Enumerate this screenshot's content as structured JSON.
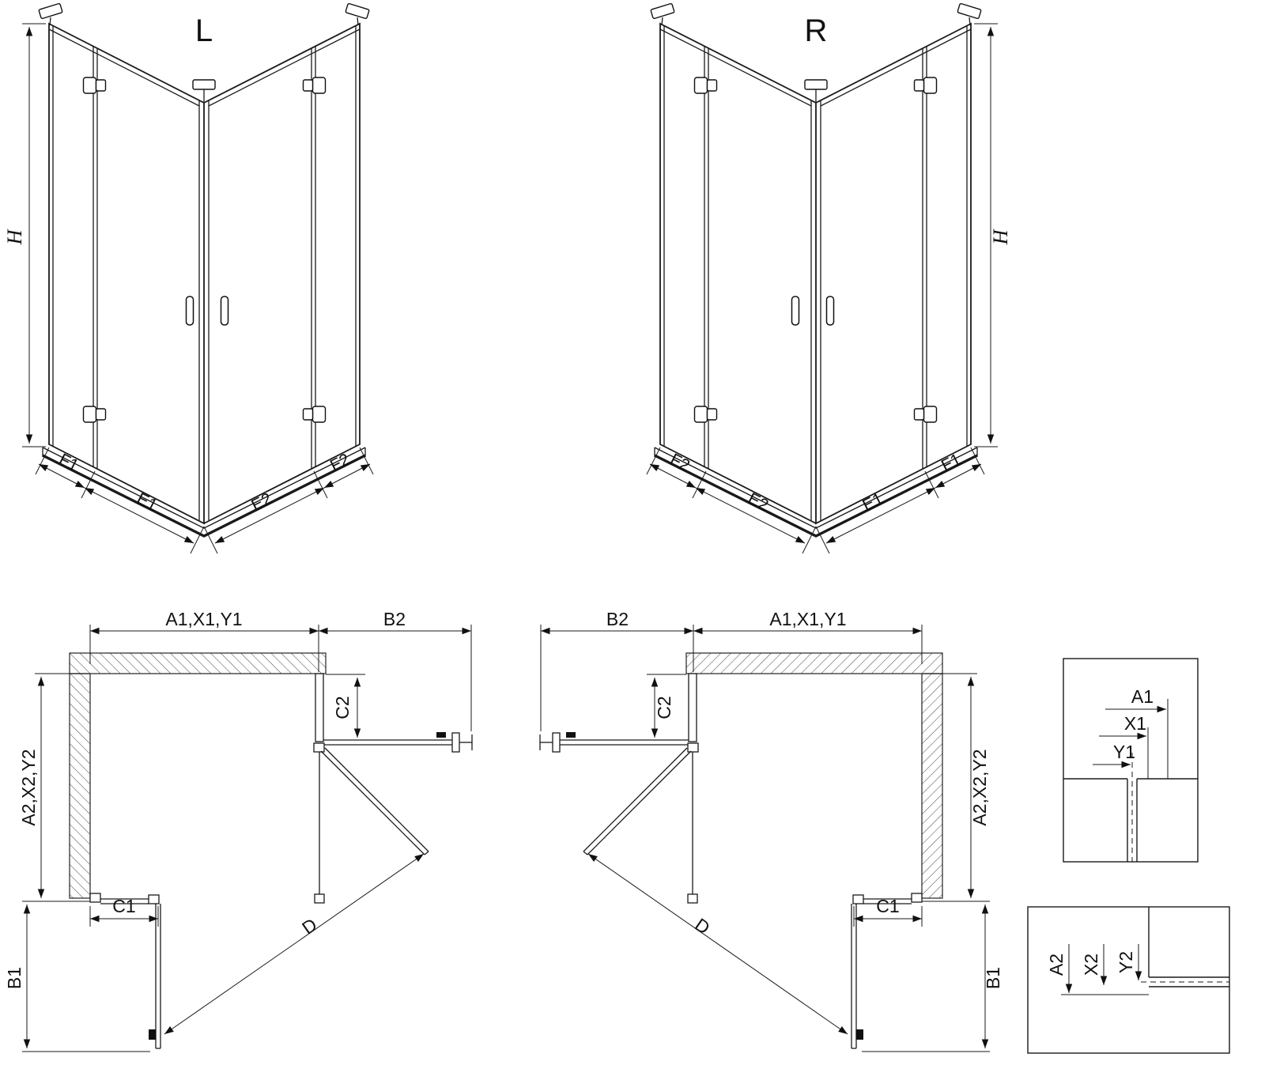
{
  "figure": {
    "view_L": {
      "title": "L",
      "h": "H",
      "f1": "F1",
      "e1": "E1",
      "e2": "E2",
      "f2": "F2"
    },
    "view_R": {
      "title": "R",
      "h": "H",
      "f1": "F1",
      "e1": "E1",
      "e2": "E2",
      "f2": "F2"
    },
    "plan_L": {
      "a1": "A1,X1,Y1",
      "b2": "B2",
      "c2": "C2",
      "a2": "A2,X2,Y2",
      "c1": "C1",
      "b1": "B1",
      "d": "D"
    },
    "plan_R": {
      "a1": "A1,X1,Y1",
      "b2": "B2",
      "c2": "C2",
      "a2": "A2,X2,Y2",
      "c1": "C1",
      "b1": "B1",
      "d": "D"
    },
    "detail_top": {
      "a1": "A1",
      "x1": "X1",
      "y1": "Y1"
    },
    "detail_bottom": {
      "a2": "A2",
      "x2": "X2",
      "y2": "Y2"
    }
  },
  "colors": {
    "line": "#1a1a1a",
    "background": "#ffffff"
  }
}
